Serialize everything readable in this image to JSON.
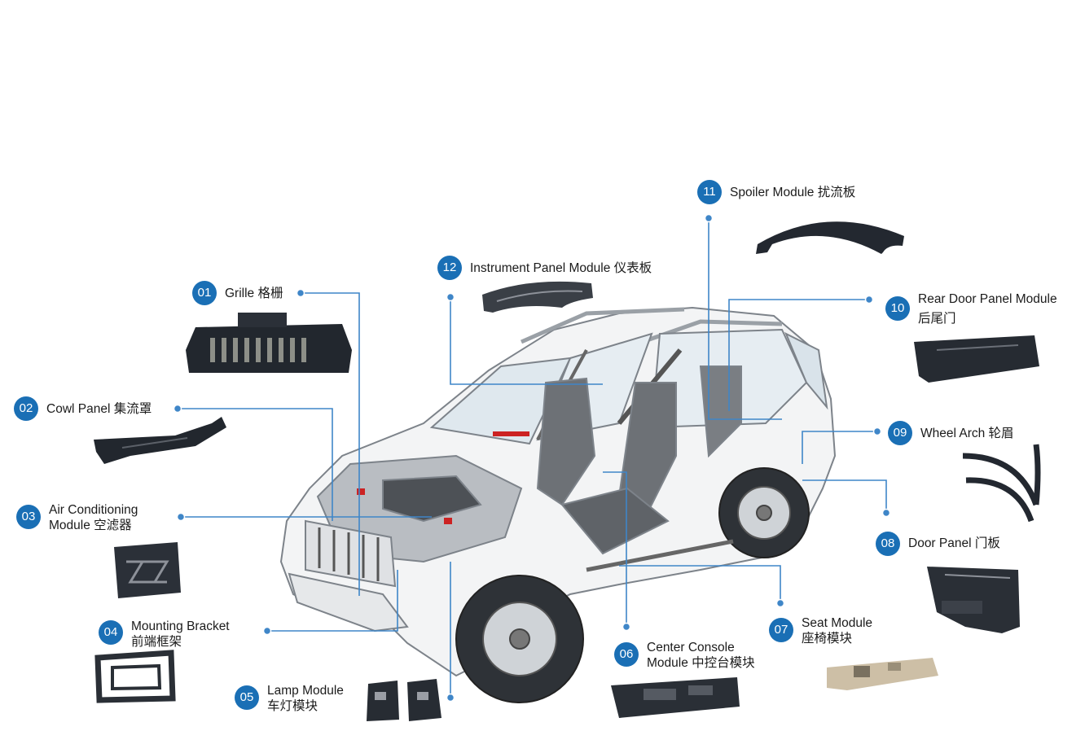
{
  "colors": {
    "accent": "#1a6fb5",
    "leader": "#3f86c8",
    "part": "#1f2630",
    "seat": "#cdbfa6",
    "car_outline": "#8a8f96"
  },
  "callouts": [
    {
      "num": "01",
      "line1": "Grille 格栅",
      "line2": ""
    },
    {
      "num": "02",
      "line1": "Cowl Panel 集流罩",
      "line2": ""
    },
    {
      "num": "03",
      "line1": "Air Conditioning",
      "line2": "Module 空滤器"
    },
    {
      "num": "04",
      "line1": "Mounting Bracket",
      "line2": "前端框架"
    },
    {
      "num": "05",
      "line1": "Lamp Module",
      "line2": "车灯模块"
    },
    {
      "num": "06",
      "line1": "Center Console",
      "line2": "Module 中控台模块"
    },
    {
      "num": "07",
      "line1": "Seat Module",
      "line2": "座椅模块"
    },
    {
      "num": "08",
      "line1": "Door Panel 门板",
      "line2": ""
    },
    {
      "num": "09",
      "line1": "Wheel Arch 轮眉",
      "line2": ""
    },
    {
      "num": "10",
      "line1": "Rear Door Panel Module",
      "line2": "后尾门"
    },
    {
      "num": "11",
      "line1": "Spoiler Module 扰流板",
      "line2": ""
    },
    {
      "num": "12",
      "line1": "Instrument Panel Module 仪表板",
      "line2": ""
    }
  ]
}
